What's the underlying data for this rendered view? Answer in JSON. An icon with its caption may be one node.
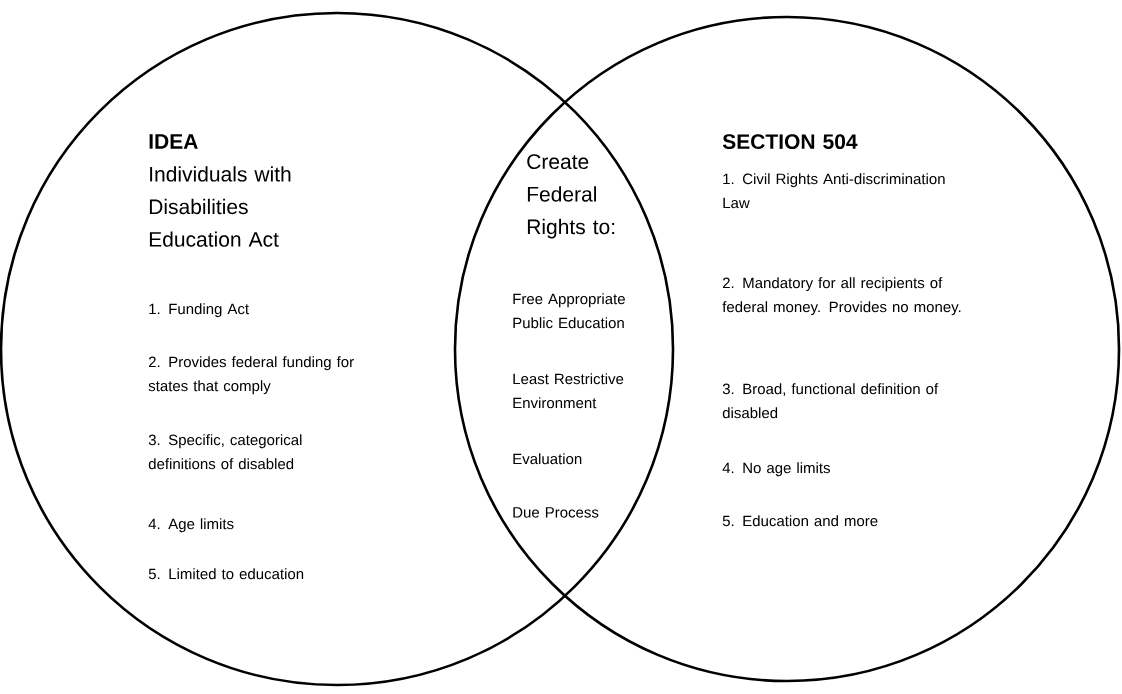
{
  "diagram": {
    "nodes": [
      {
        "text": [
          "IDEA",
          "Individuals with Disabilities Education Act",
          "1. Funding Act",
          "2. Provides federal funding for states that comply",
          "3. Specific, categorical definitions of disabled",
          "4. Age limits",
          "5. Limited to education"
        ]
      },
      {
        "text": [
          "SECTION 504",
          "1. Civil Rights Anti-discrimination Law",
          "2. Mandatory for all recipients of federal money. Provides no money.",
          "3. Broad, functional definition of disabled",
          "4. No age limits",
          "5. Education and more"
        ]
      }
    ],
    "labels": [
      "Create Federal Rights to:",
      "Free Appropriate Public Education",
      "Least Restrictive Environment",
      "Evaluation",
      "Due Process"
    ]
  }
}
